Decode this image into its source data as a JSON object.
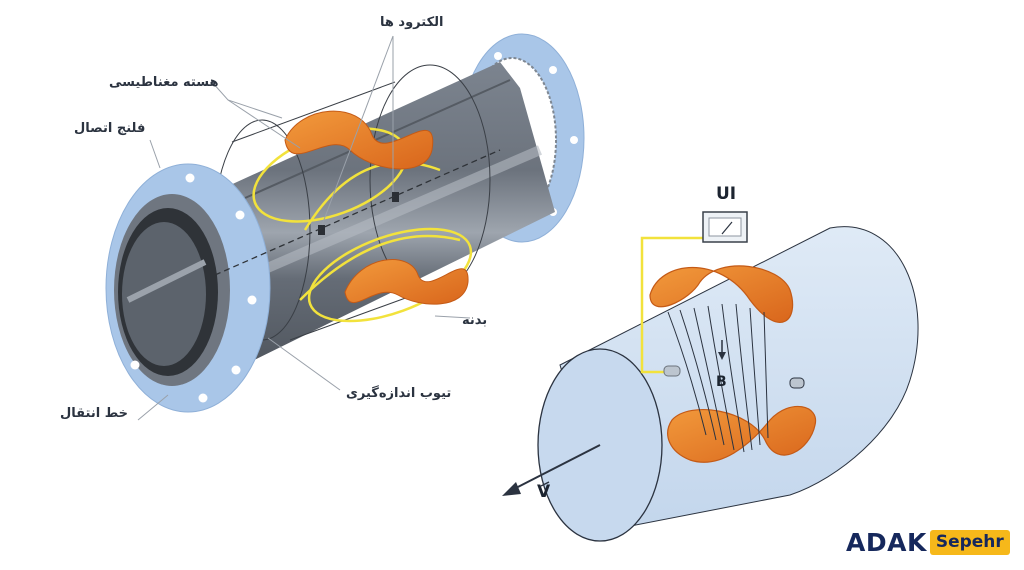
{
  "labels": {
    "electrodes": "الکترود ها",
    "magnetic_core": "هسته مغناطیسی",
    "connection_flange": "فلنج اتصال",
    "body": "بدنه",
    "measuring_tube": "تیوب اندازه‌گیری",
    "transmission_line": "خط انتقال"
  },
  "symbols": {
    "voltage": "UI",
    "field": "B",
    "velocity": "V"
  },
  "brand": {
    "name": "ADAK",
    "suffix": "Sepehr"
  },
  "colors": {
    "flange": "#a9c6e8",
    "tube": "#69717d",
    "coil": "#e87d2a",
    "wire": "#f2e23c",
    "brand_navy": "#16285c",
    "brand_yellow": "#f6b81a"
  }
}
